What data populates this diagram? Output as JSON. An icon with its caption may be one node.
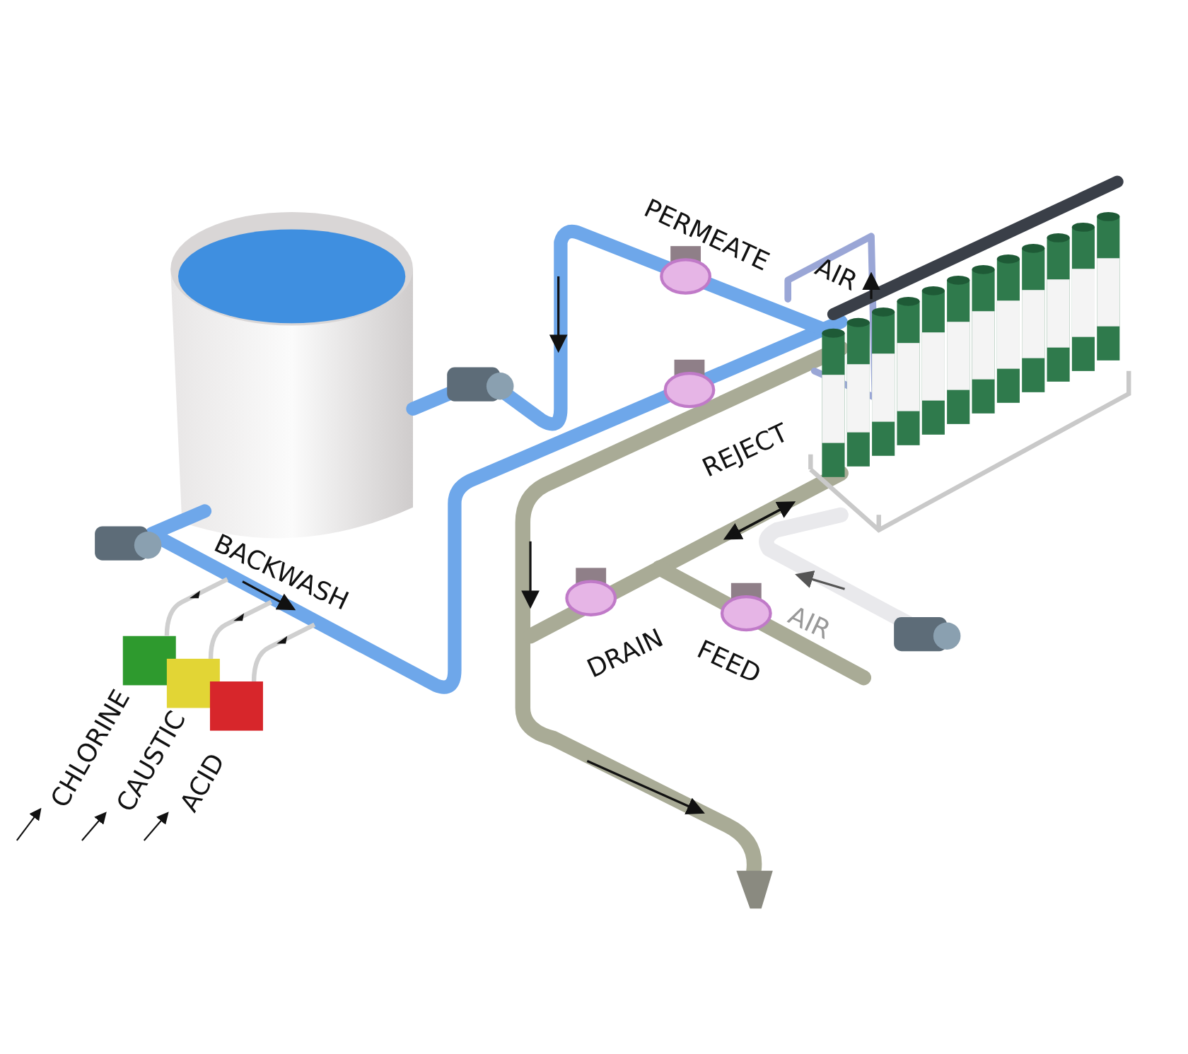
{
  "diagram": {
    "labels": [
      "PERMEATE",
      "AIR",
      "REJECT",
      "BACKWASH",
      "DRAIN",
      "FEED",
      "AIR",
      "CHLORINE",
      "CAUSTIC",
      "ACID"
    ]
  }
}
